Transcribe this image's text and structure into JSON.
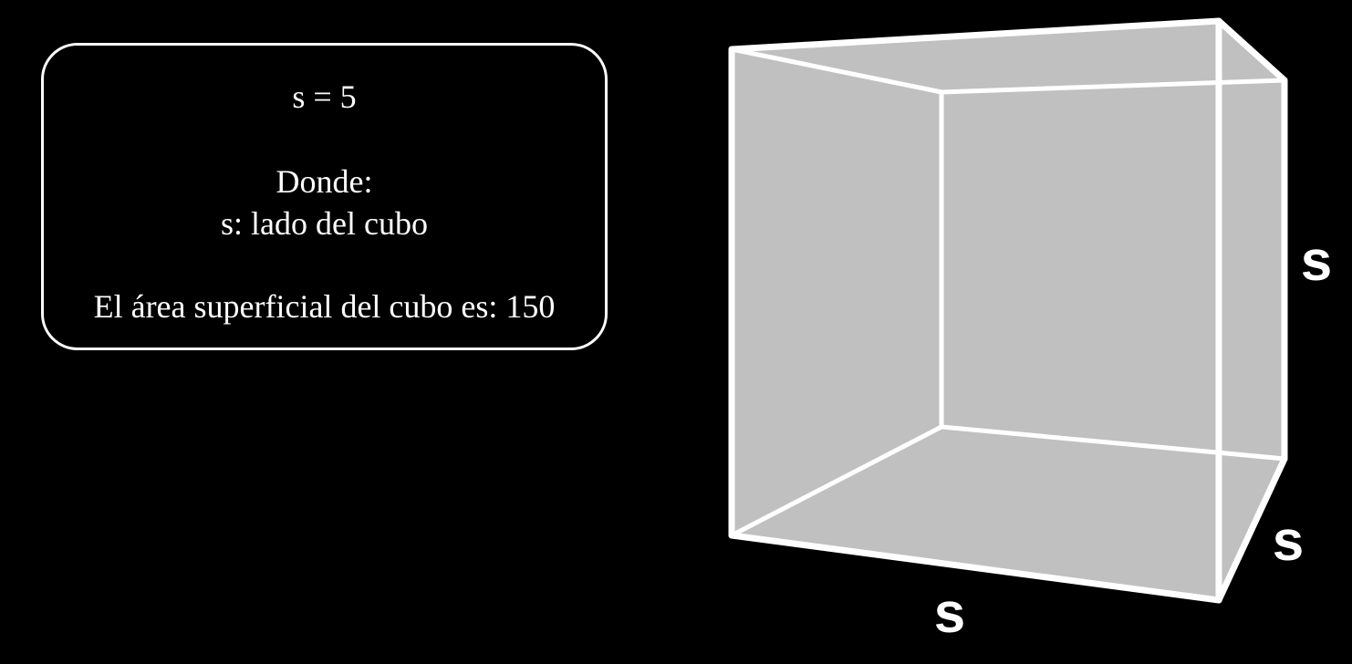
{
  "info": {
    "equation": "s = 5",
    "where_label": "Donde:",
    "definition": "s: lado del cubo",
    "result": "El área superficial del cubo es: 150"
  },
  "cube": {
    "side_value": 5,
    "surface_area": 150,
    "label_height": "s",
    "label_depth": "s",
    "label_width": "s",
    "face_color": "#c0c0c0",
    "edge_color": "#ffffff",
    "background_color": "#000000"
  }
}
